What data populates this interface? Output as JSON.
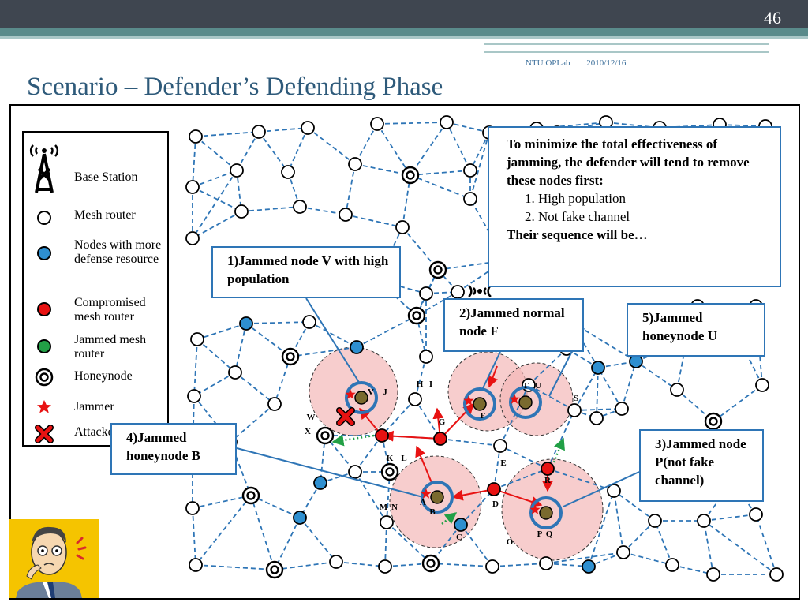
{
  "slide": {
    "number": "46",
    "org": "NTU OPLab",
    "date": "2010/12/16",
    "title": "Scenario – Defender’s Defending Phase"
  },
  "legend": [
    {
      "key": "base-station",
      "label": "Base Station"
    },
    {
      "key": "mesh-router",
      "label": "Mesh router"
    },
    {
      "key": "defense-node",
      "label": "Nodes with more defense resource"
    },
    {
      "key": "compromised",
      "label": "Compromised mesh router"
    },
    {
      "key": "jammed",
      "label": "Jammed mesh router"
    },
    {
      "key": "honeynode",
      "label": "Honeynode"
    },
    {
      "key": "jammer",
      "label": "Jammer"
    },
    {
      "key": "attacker",
      "label": "Attacker"
    }
  ],
  "colors": {
    "defense": "#2e8fd0",
    "compromised": "#e81212",
    "jammed": "#22a046",
    "link": "#2e75b6",
    "attack": "#e81212",
    "halo": "#f4b8b8"
  },
  "info_box": {
    "intro": "To minimize the total effectiveness of jamming, the defender will tend to remove these nodes first:",
    "items": [
      "High population",
      "Not fake channel"
    ],
    "closing": "Their sequence will be…"
  },
  "callouts": {
    "c1": "1)Jammed node V with high population",
    "c2": "2)Jammed normal node F",
    "c3": "3)Jammed node P(not fake channel)",
    "c4": "4)Jammed honeynode B",
    "c5": "5)Jammed honeynode U"
  },
  "node_labels": [
    "H",
    "I",
    "J",
    "W",
    "X",
    "G",
    "K",
    "L",
    "E",
    "F",
    "T",
    "U",
    "S",
    "R",
    "A",
    "B",
    "M",
    "N",
    "C",
    "D",
    "O",
    "P",
    "Q",
    "V"
  ]
}
